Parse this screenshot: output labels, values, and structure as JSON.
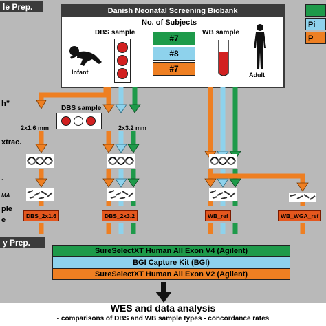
{
  "sections": {
    "sample_prep": "le Prep.",
    "library_prep": "y Prep."
  },
  "left_labels": {
    "batch": "h”",
    "dna_extrac": "xtrac.",
    "shearing": ".",
    "ma": "MA",
    "sample_line1": "ple",
    "sample_line2": "e"
  },
  "biobank": {
    "title": "Danish Neonatal Screening Biobank",
    "subjects_label": "No. of Subjects",
    "dbs_label": "DBS sample",
    "wb_label": "WB sample",
    "infant_label": "Infant",
    "adult_label": "Adult",
    "counts": [
      "#7",
      "#8",
      "#7"
    ]
  },
  "legend": [
    "",
    "Pi",
    "P"
  ],
  "dbs_sample_label": "DBS sample",
  "punch_labels": [
    "2x1.6 mm",
    "2x3.2 mm"
  ],
  "sample_types": [
    "DBS_2x1.6",
    "DBS_2x3.2",
    "WB_ref",
    "WB_WGA_ref"
  ],
  "kits": [
    "SureSelectXT Human All Exon V4 (Agilent)",
    "BGI Capture Kit (BGI)",
    "SureSelectXT Human All Exon V2 (Agilent)"
  ],
  "final": {
    "title": "WES and data analysis",
    "subtitle": "- comparisons of DBS and WB sample types - concordance rates"
  },
  "colors": {
    "green": "#1e9a4a",
    "blue": "#8ed2ec",
    "orange": "#ee7f22",
    "dark": "#3b3b3b",
    "red": "#d22020",
    "tag": "#e4571e"
  }
}
